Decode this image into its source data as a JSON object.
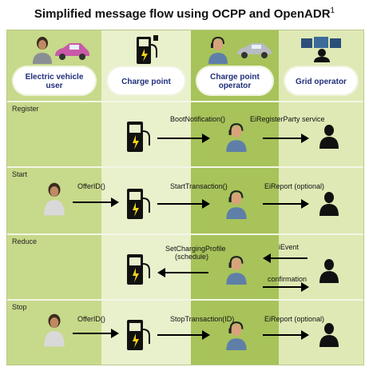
{
  "title": "Simplified message flow using OCPP and OpenADR",
  "title_sup": "1",
  "columns": [
    {
      "label": "Electric vehicle user"
    },
    {
      "label": "Charge point"
    },
    {
      "label": "Charge point operator"
    },
    {
      "label": "Grid operator"
    }
  ],
  "rows": [
    {
      "label": "Register",
      "messages": [
        "BootNotification()",
        "EiRegisterParty service"
      ]
    },
    {
      "label": "Start",
      "messages": [
        "OfferID()",
        "StartTransaction()",
        "EiReport (optional)"
      ]
    },
    {
      "label": "Reduce",
      "messages": [
        "SetChargingProfile (schedule)",
        "iEvent",
        "confirmation"
      ]
    },
    {
      "label": "Stop",
      "messages": [
        "OfferID()",
        "StopTransaction(ID)",
        "EiReport (optional)"
      ]
    }
  ],
  "colors": {
    "board": "#dde9b4",
    "col_label": "#1f2f7a",
    "arrow": "#000000"
  },
  "icons": [
    "person-icon",
    "car-icon",
    "charge-point-icon",
    "operator-headset-icon",
    "grid-operator-icon"
  ]
}
